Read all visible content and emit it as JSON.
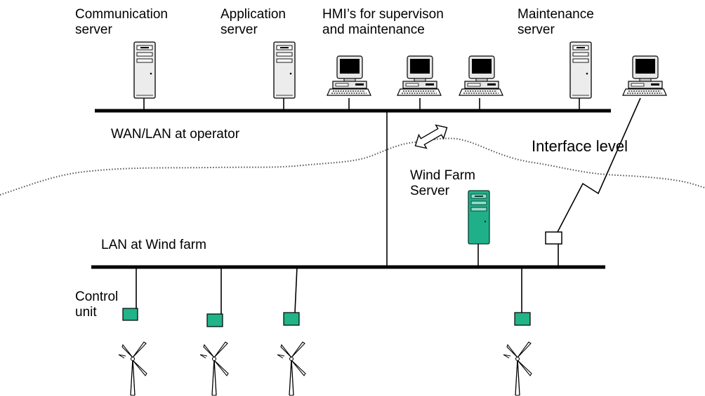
{
  "labels": {
    "communication_server": "Communication\nserver",
    "application_server": "Application\nserver",
    "hmi": "HMI’s for supervison\nand maintenance",
    "maintenance_server": "Maintenance\nserver",
    "wan_lan": "WAN/LAN at operator",
    "interface_level": "Interface level",
    "wind_farm_server": "Wind Farm\nServer",
    "lan_wind_farm": "LAN at Wind farm",
    "control_unit": "Control\nunit"
  },
  "colors": {
    "line": "#000000",
    "server_fill": "#ececec",
    "wind_server_fill": "#1fb08a",
    "control_unit_fill": "#20b488",
    "boundary": "#555555"
  },
  "icons": {
    "server": "tower-server-icon",
    "workstation": "desktop-computer-icon",
    "turbine": "wind-turbine-icon",
    "modem": "modem-box-icon",
    "link": "double-arrow-icon"
  }
}
